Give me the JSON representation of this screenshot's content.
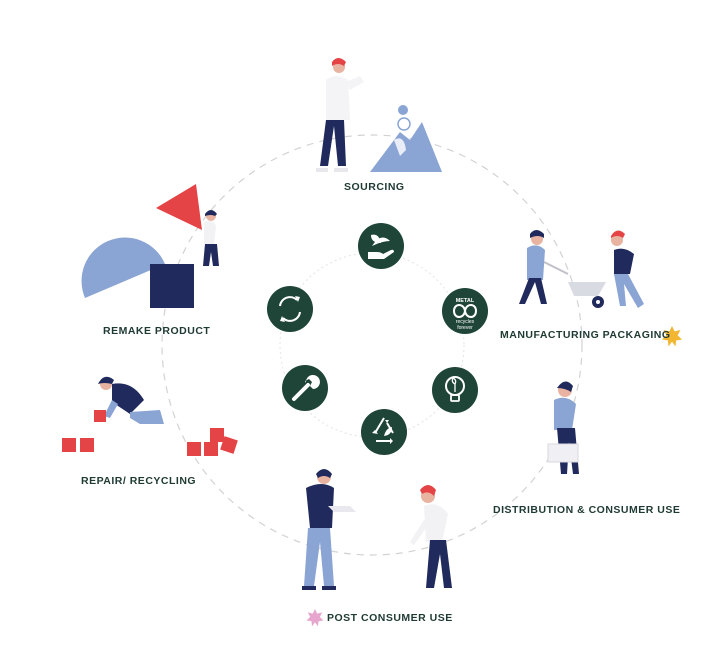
{
  "stages": {
    "sourcing": "SOURCING",
    "manufacturing": "MANUFACTURING PACKAGING",
    "distribution": "DISTRIBUTION  & CONSUMER USE",
    "post_consumer": "POST CONSUMER USE",
    "repair": "REPAIR/ RECYCLING",
    "remake": "REMAKE PRODUCT"
  },
  "badge_text": {
    "top": "METAL",
    "bottom_1": "recycles",
    "bottom_2": "forever"
  },
  "colors": {
    "circle_fill": "#1e4538",
    "navy": "#202a5c",
    "light_blue": "#8aa4d4",
    "red": "#e44446",
    "yellow_star": "#f2b632",
    "pink_star": "#e7a6cd",
    "dash": "#cfcfcf",
    "label": "#1f3a33"
  },
  "icons": [
    "hand-leaf-icon",
    "metal-recycles-forever-icon",
    "lightbulb-leaf-icon",
    "recycle-leaf-icon",
    "wrench-icon",
    "refresh-arrows-icon"
  ]
}
